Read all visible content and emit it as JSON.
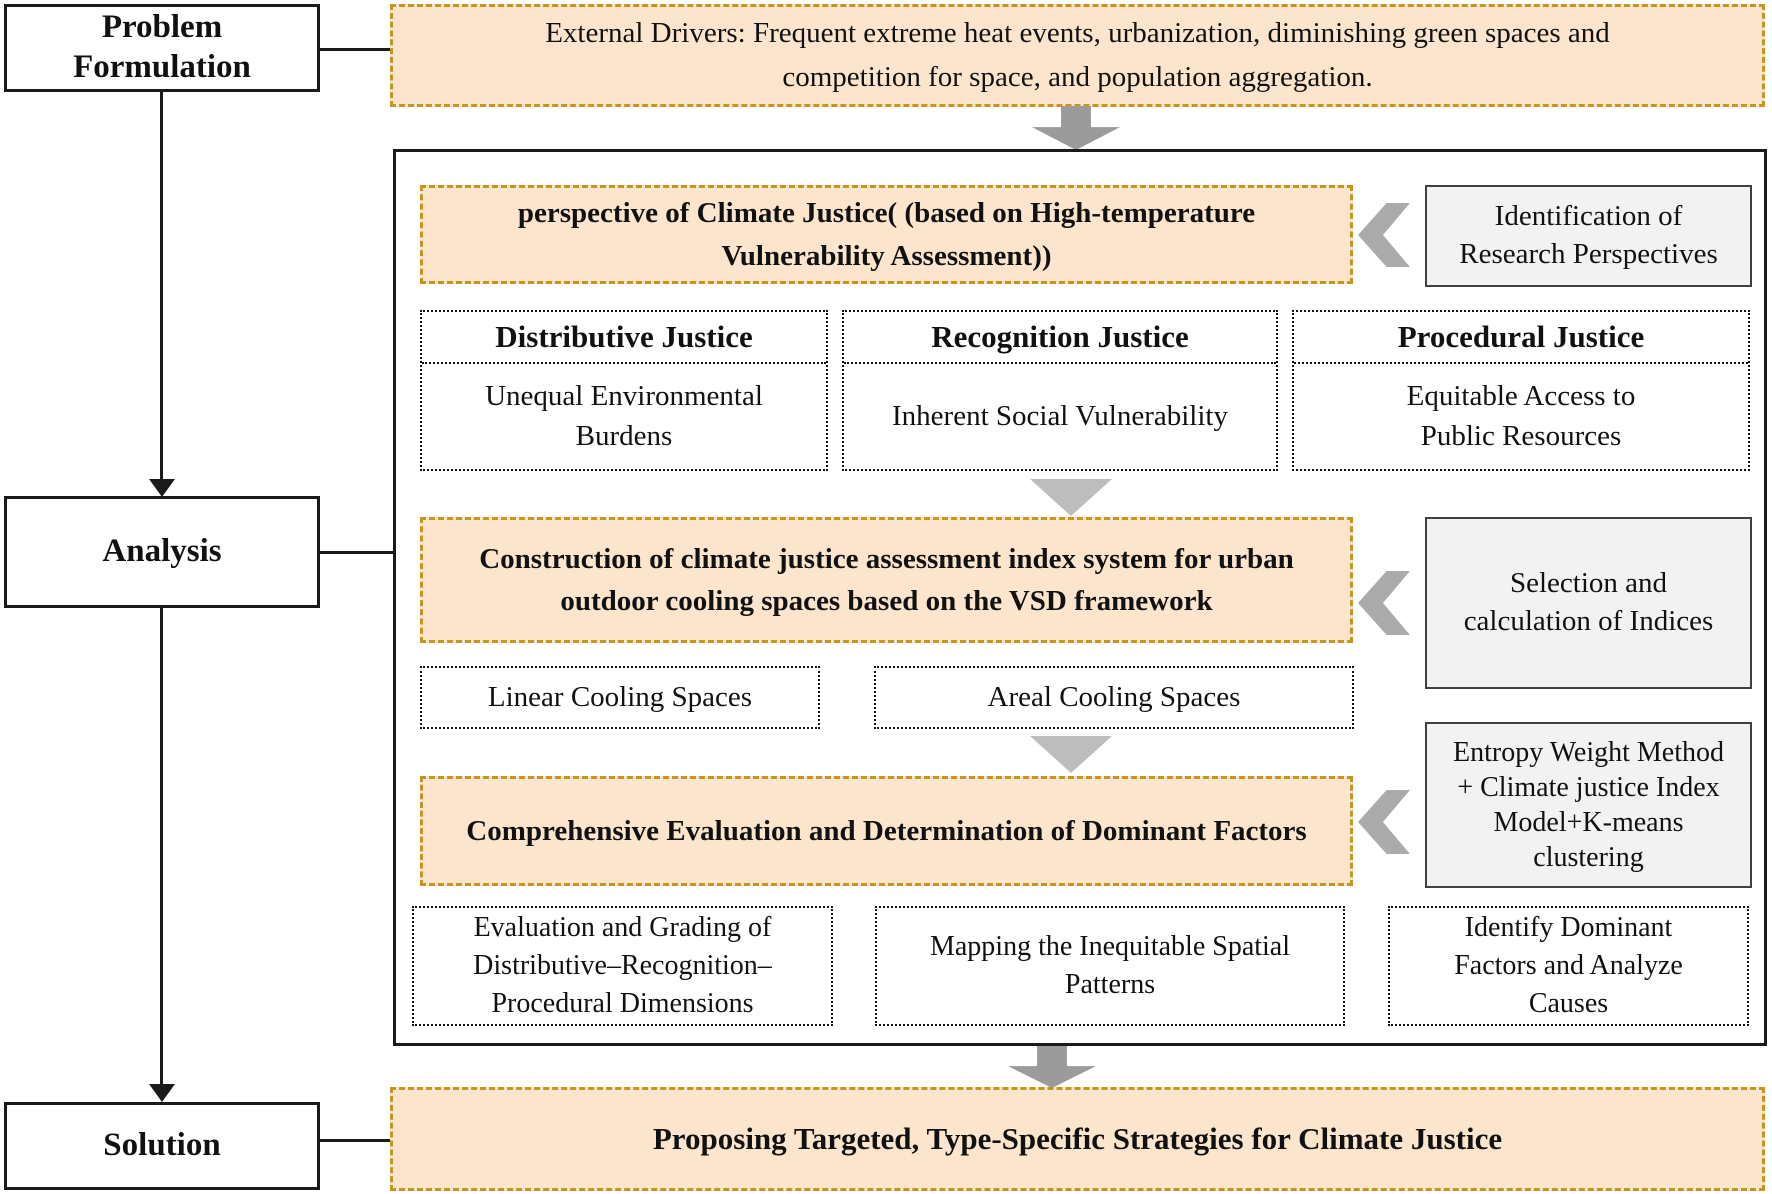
{
  "colors": {
    "process_fill": "#fce5cd",
    "process_border": "#c9941c",
    "method_fill": "#f2f2f2",
    "method_border": "#404040",
    "line_color": "#1a1a1a",
    "arrow_gray": "#9b9b9b"
  },
  "left_rail": {
    "problem": "Problem Formulation",
    "analysis": "Analysis",
    "solution": "Solution"
  },
  "flow": {
    "external_drivers": "External Drivers: Frequent extreme heat events, urbanization, diminishing green spaces and\ncompetition for space, and population aggregation.",
    "perspective_title": "perspective of Climate Justice( (based on High-temperature\nVulnerability Assessment))",
    "justice_boxes": [
      {
        "title": "Distributive Justice",
        "body": "Unequal Environmental\nBurdens"
      },
      {
        "title": "Recognition Justice",
        "body": "Inherent Social Vulnerability"
      },
      {
        "title": "Procedural Justice",
        "body": "Equitable Access to\nPublic Resources"
      }
    ],
    "construction_title": "Construction of climate justice assessment index system for urban\noutdoor cooling spaces based on the VSD framework",
    "cooling_spaces": [
      {
        "label": "Linear Cooling Spaces"
      },
      {
        "label": "Areal Cooling Spaces"
      }
    ],
    "comprehensive_title": "Comprehensive Evaluation and Determination of Dominant Factors",
    "output_boxes": [
      {
        "label": "Evaluation and Grading of\nDistributive–Recognition–\nProcedural Dimensions"
      },
      {
        "label": "Mapping the Inequitable Spatial\nPatterns"
      },
      {
        "label": "Identify Dominant\nFactors and Analyze\nCauses"
      }
    ],
    "proposing": "Proposing Targeted, Type-Specific Strategies for Climate Justice"
  },
  "method_rail": [
    {
      "label": "Identification of\nResearch Perspectives"
    },
    {
      "label": "Selection and\ncalculation of Indices"
    },
    {
      "label": "Entropy Weight Method\n+ Climate justice Index\nModel+K-means\nclustering"
    }
  ]
}
